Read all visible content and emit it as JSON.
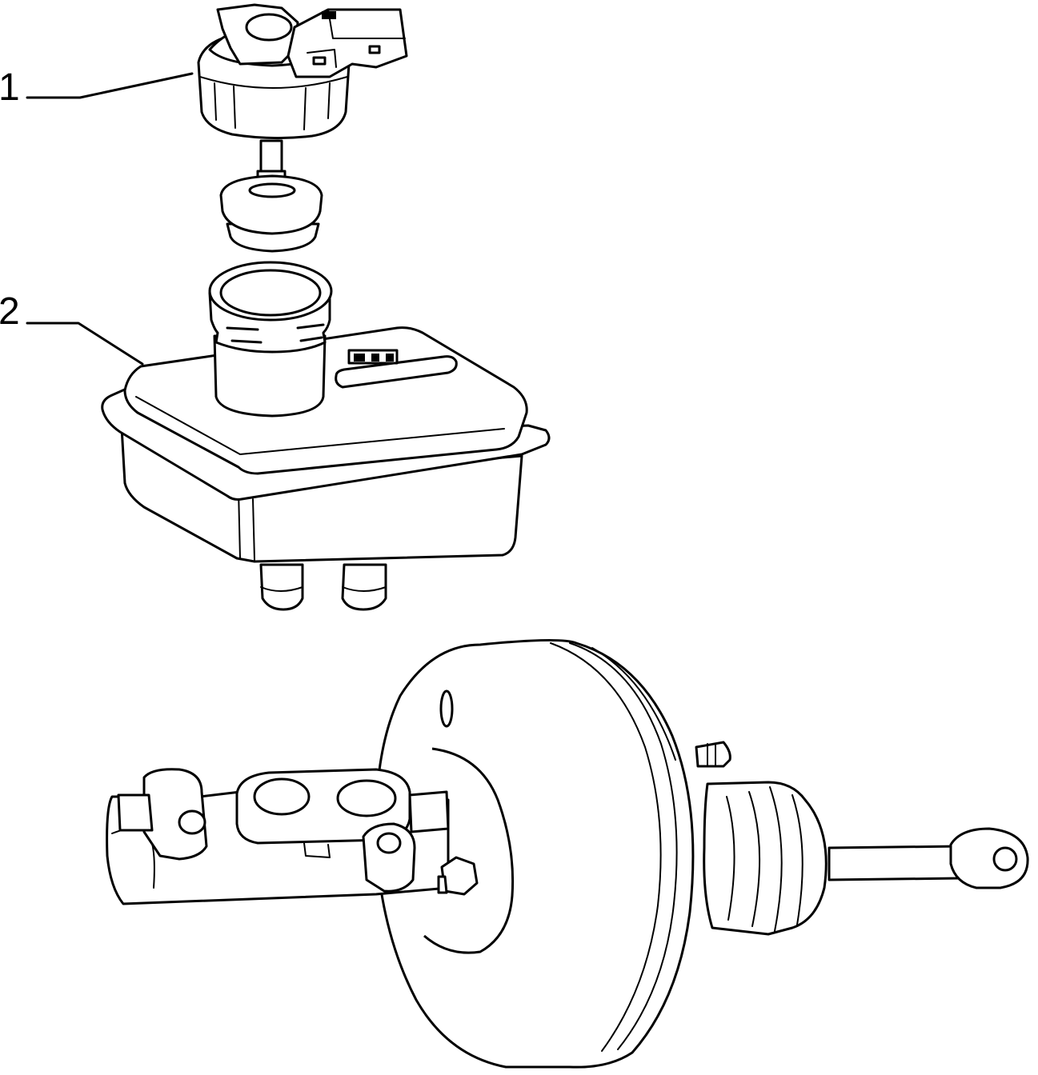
{
  "callouts": [
    {
      "number": "1",
      "part": "reservoir-cap"
    },
    {
      "number": "2",
      "part": "brake-fluid-reservoir"
    }
  ],
  "colors": {
    "line": "#000000",
    "background": "#ffffff"
  }
}
